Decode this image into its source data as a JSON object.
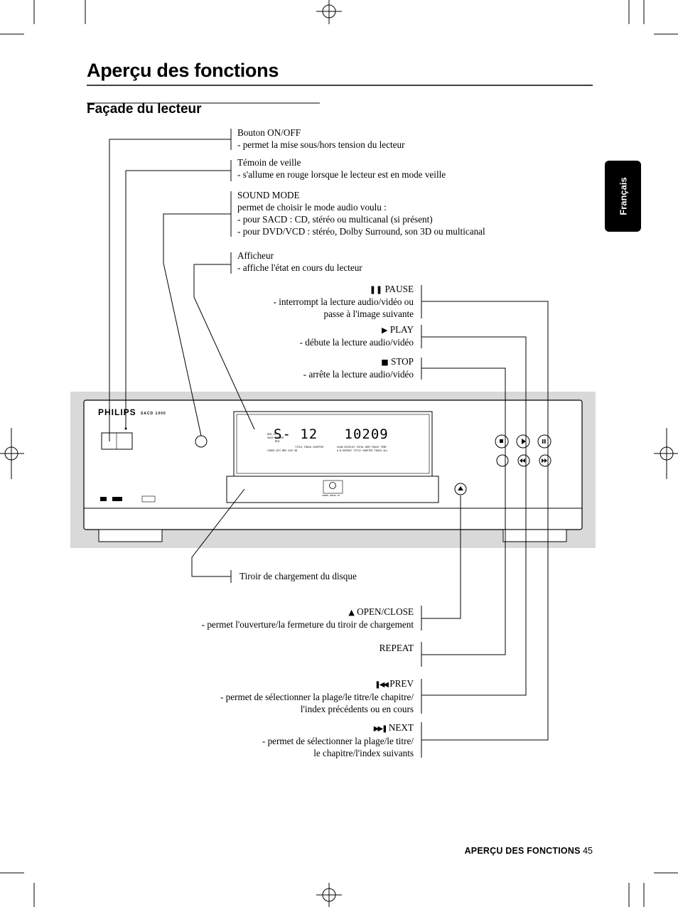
{
  "page": {
    "title": "Aperçu des fonctions",
    "section_title": "Façade du lecteur",
    "language_tab": "Français"
  },
  "callouts": {
    "on_off": {
      "title": "Bouton ON/OFF",
      "desc": "- permet la mise sous/hors tension du lecteur"
    },
    "standby": {
      "title": "Témoin de veille",
      "desc": "- s'allume en rouge lorsque le lecteur est en mode veille"
    },
    "sound_mode": {
      "title": "SOUND MODE",
      "lines": [
        "permet de choisir le mode audio voulu :",
        "- pour SACD : CD, stéréo ou multicanal (si présent)",
        "- pour DVD/VCD : stéréo, Dolby Surround, son 3D ou multicanal"
      ]
    },
    "display": {
      "title": "Afficheur",
      "desc": "- affiche l'état en cours du lecteur"
    },
    "pause": {
      "title": "PAUSE",
      "lines": [
        "- interrompt la lecture audio/vidéo ou",
        "passe à l'image suivante"
      ]
    },
    "play": {
      "title": "PLAY",
      "desc": "- débute la lecture audio/vidéo"
    },
    "stop": {
      "title": "STOP",
      "desc": "- arrête la lecture audio/vidéo"
    },
    "tray": {
      "title": "Tiroir de chargement du disque"
    },
    "open_close": {
      "title": "OPEN/CLOSE",
      "desc": "- permet l'ouverture/la fermeture du tiroir de chargement"
    },
    "repeat": {
      "title": "REPEAT"
    },
    "prev": {
      "title": "PREV",
      "lines": [
        "- permet de sélectionner la plage/le titre/le chapitre/",
        "l'index précédents ou en cours"
      ]
    },
    "next": {
      "title": "NEXT",
      "lines": [
        "- permet de sélectionner la plage/le titre/",
        "le chapitre/l'index suivants"
      ]
    }
  },
  "device": {
    "brand": "PHILIPS",
    "model": "SACD 1000",
    "display_main": "S- 12   10209",
    "display_small_1": "DVD  CD",
    "display_small_2": "SACD STEREO",
    "display_small_3": "MCH",
    "display_small_4": "TITLE  TRACK   CHAPTER",
    "display_small_5": "SCAN DISPLAY TOTAL REM TRACK TIME",
    "display_small_6": "A-B REPEAT  TITLE CHAPTER TRACK  ALL",
    "display_small_7": "VIDEO  DTS   MOV  DLR  3D",
    "tray_logo": "SUPER AUDIO CD"
  },
  "footer": {
    "section": "APERÇU DES FONCTIONS",
    "page_number": "45"
  }
}
